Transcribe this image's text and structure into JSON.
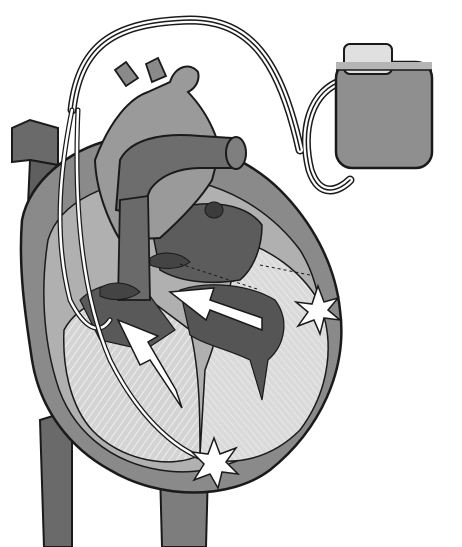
{
  "figure": {
    "subject": "heart-with-pacemaker",
    "style": "grayscale-line-illustration",
    "parts": {
      "pacemaker": "pacemaker-generator",
      "leads": "pacing-leads",
      "stimulus_marks": [
        "atrial-pacing-spark",
        "ventricular-pacing-spark"
      ],
      "flow_arrows": [
        "blood-flow-arrow-left",
        "blood-flow-arrow-right"
      ]
    },
    "colors": {
      "background": "#ffffff",
      "outline": "#1a1a1a",
      "dark_gray": "#5a5a5a",
      "mid_gray": "#7b7b7b",
      "light_gray": "#a8a8a8",
      "pale_gray": "#cfcfcf",
      "highlight": "#ffffff"
    }
  }
}
